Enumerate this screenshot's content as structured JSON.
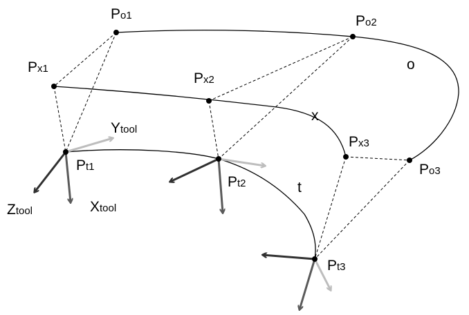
{
  "curves": {
    "o": "o",
    "x": "x",
    "t": "t"
  },
  "points": {
    "po1": {
      "base": "P",
      "sub": "o1"
    },
    "po2": {
      "base": "P",
      "sub": "o2"
    },
    "po3": {
      "base": "P",
      "sub": "o3"
    },
    "px1": {
      "base": "P",
      "sub": "x1"
    },
    "px2": {
      "base": "P",
      "sub": "x2"
    },
    "px3": {
      "base": "P",
      "sub": "x3"
    },
    "pt1": {
      "base": "P",
      "sub": "t1"
    },
    "pt2": {
      "base": "P",
      "sub": "t2"
    },
    "pt3": {
      "base": "P",
      "sub": "t3"
    }
  },
  "axes": {
    "x": {
      "base": "X",
      "sub": "tool"
    },
    "y": {
      "base": "Y",
      "sub": "tool"
    },
    "z": {
      "base": "Z",
      "sub": "tool"
    }
  },
  "colors": {
    "line": "#000000",
    "x_axis": "#5a5a5a",
    "y_axis": "#bdbdbd",
    "z_axis": "#303030"
  },
  "icons": {
    "arrow": "arrowhead-icon",
    "point": "point-dot-icon"
  }
}
